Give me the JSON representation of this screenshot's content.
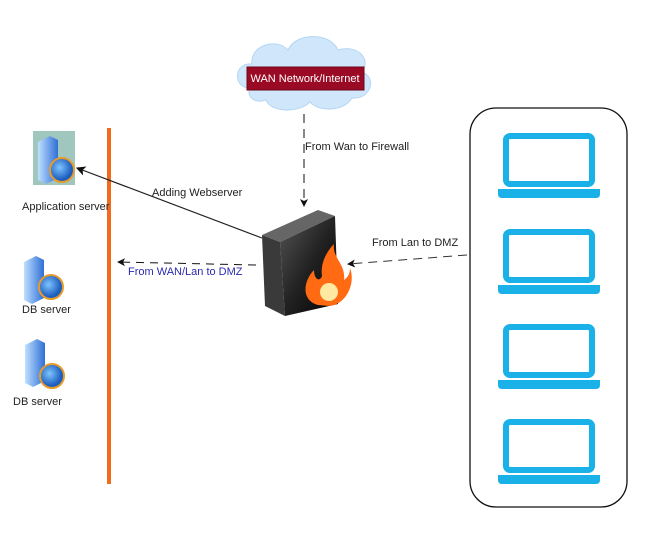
{
  "cloud": {
    "label": "WAN Network/Internet",
    "color": "#9b0a24"
  },
  "edges": {
    "wan_to_firewall": "From Wan to Firewall",
    "adding_webserver": "Adding Webserver",
    "wan_lan_to_dmz": "From WAN/Lan to DMZ",
    "lan_to_dmz": "From Lan to DMZ"
  },
  "servers": [
    {
      "label": "Application server"
    },
    {
      "label": "DB server"
    },
    {
      "label": "DB server"
    }
  ],
  "dmz_line_color": "#f26a1b",
  "laptop_color": "#1ab0e8",
  "laptop_count": 4
}
